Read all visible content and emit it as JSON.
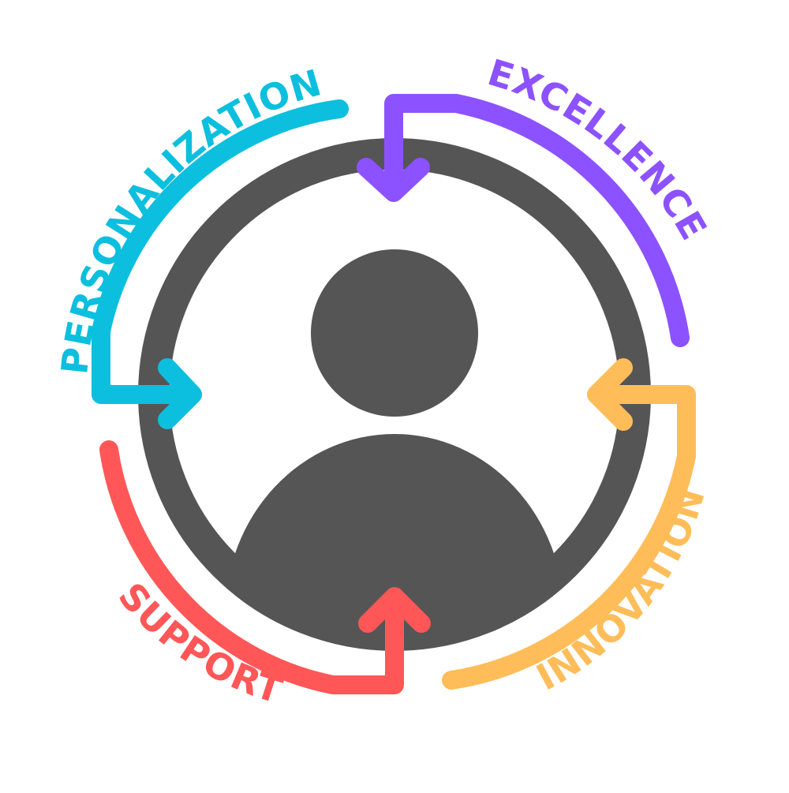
{
  "diagram": {
    "center_icon": "user-icon",
    "colors": {
      "ring": "#555555",
      "user": "#555555",
      "background": "#ffffff"
    },
    "segments": [
      {
        "id": "personalization",
        "label": "PERSONALIZATION",
        "color": "#0CBFDE"
      },
      {
        "id": "excellence",
        "label": "EXCELLENCE",
        "color": "#8C52FF"
      },
      {
        "id": "innovation",
        "label": "INNOVATION",
        "color": "#FFBD59"
      },
      {
        "id": "support",
        "label": "SUPPORT",
        "color": "#FF5757"
      }
    ]
  }
}
